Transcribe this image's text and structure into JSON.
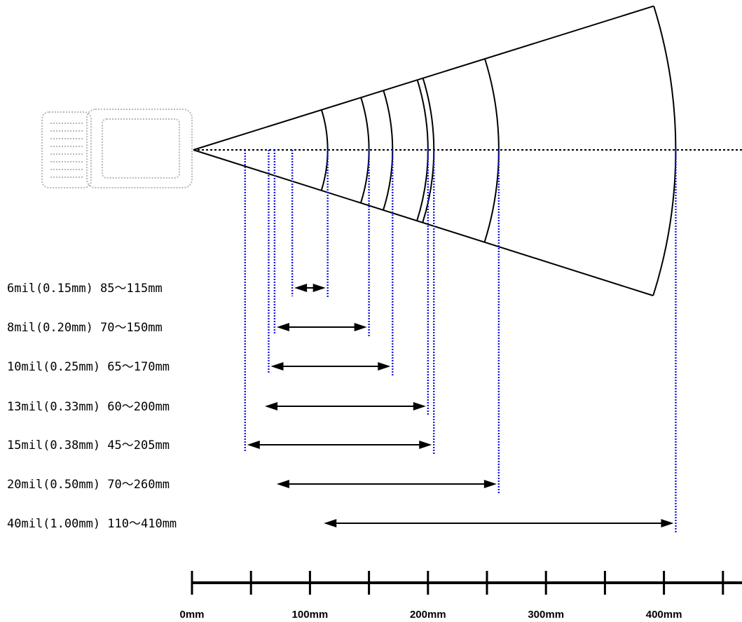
{
  "device": {
    "icon": "barcode-scanner-icon"
  },
  "scan_zones": [
    {
      "label": "6mil(0.15mm)  85～115mm",
      "near_mm": 85,
      "far_mm": 115
    },
    {
      "label": "8mil(0.20mm)  70～150mm",
      "near_mm": 70,
      "far_mm": 150
    },
    {
      "label": "10mil(0.25mm)  65～170mm",
      "near_mm": 65,
      "far_mm": 170
    },
    {
      "label": "13mil(0.33mm)  60～200mm",
      "near_mm": 60,
      "far_mm": 200
    },
    {
      "label": "15mil(0.38mm)  45～205mm",
      "near_mm": 45,
      "far_mm": 205
    },
    {
      "label": "20mil(0.50mm)  70～260mm",
      "near_mm": 70,
      "far_mm": 260
    },
    {
      "label": "40mil(1.00mm) 110～410mm",
      "near_mm": 110,
      "far_mm": 410
    }
  ],
  "scale": {
    "ticks_mm": [
      0,
      50,
      100,
      150,
      200,
      250,
      300,
      350,
      400,
      450
    ],
    "labels": [
      {
        "mm": 0,
        "text": "0mm"
      },
      {
        "mm": 100,
        "text": "100mm"
      },
      {
        "mm": 200,
        "text": "200mm"
      },
      {
        "mm": 300,
        "text": "300mm"
      },
      {
        "mm": 400,
        "text": "400mm"
      }
    ]
  },
  "colors": {
    "guide": "#1a1adc",
    "line": "#000000",
    "device": "#b8b8b8"
  }
}
